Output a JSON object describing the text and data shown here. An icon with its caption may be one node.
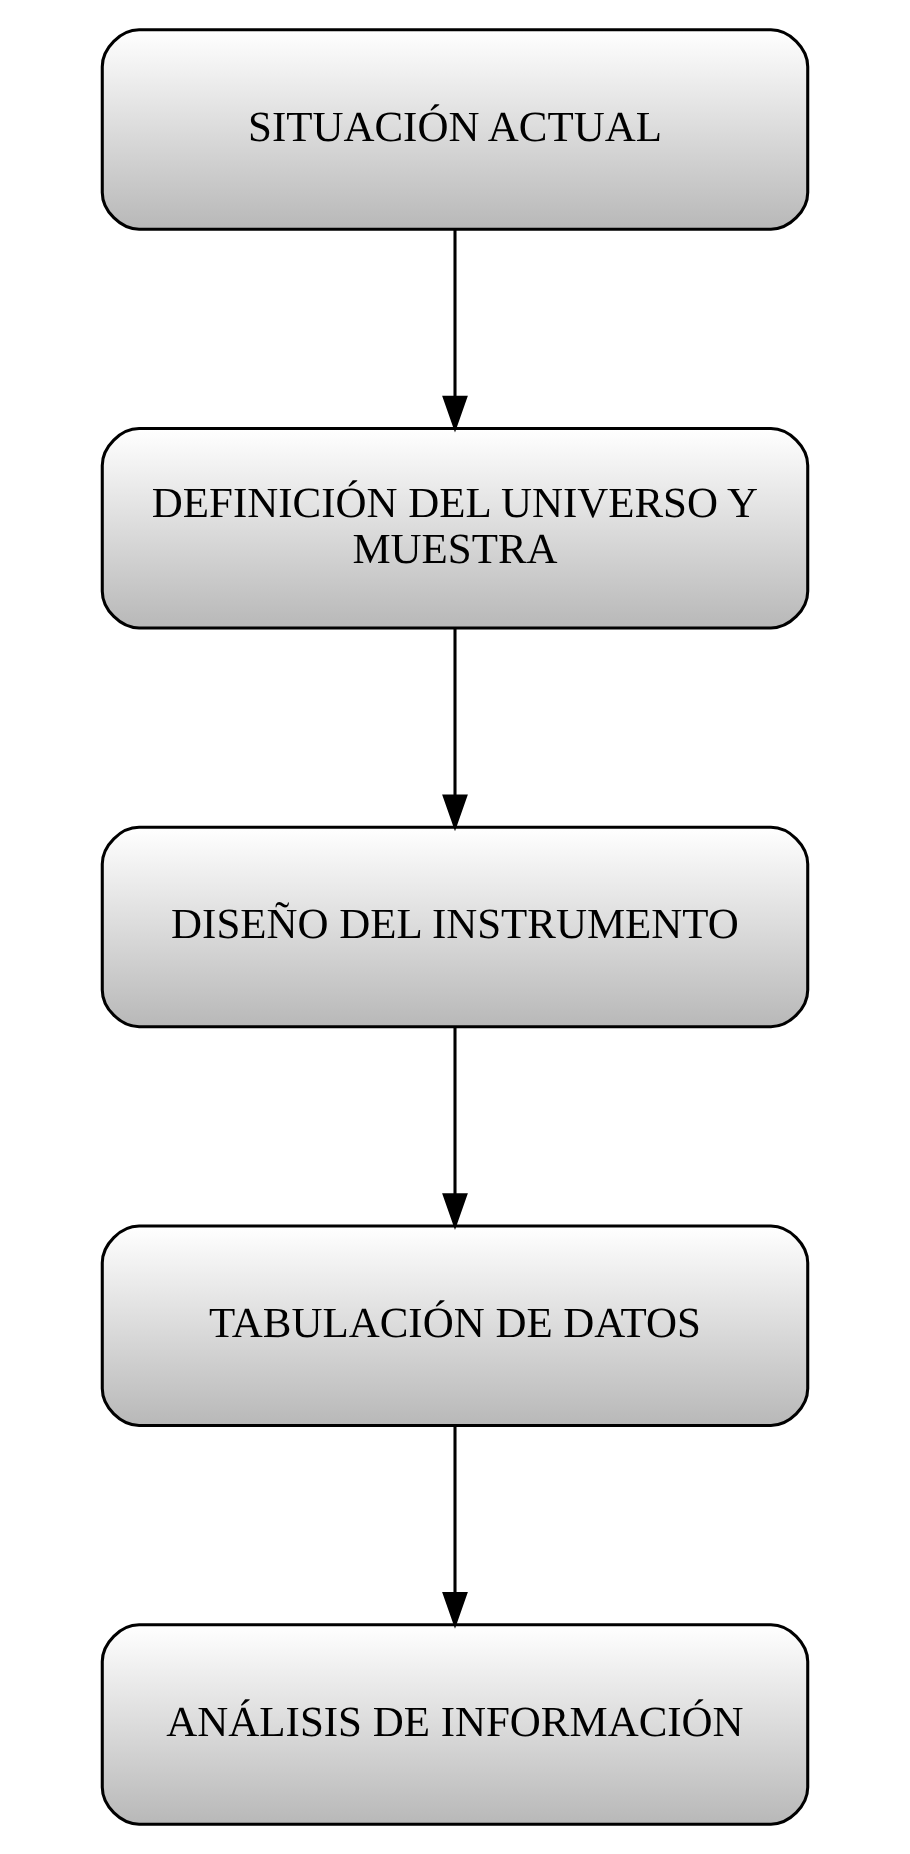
{
  "diagram": {
    "nodes": [
      {
        "text": [
          "SITUACIÓN ACTUAL"
        ]
      },
      {
        "text": [
          "DEFINICIÓN DEL UNIVERSO Y MUESTRA"
        ]
      },
      {
        "text": [
          "DISEÑO DEL INSTRUMENTO"
        ]
      },
      {
        "text": [
          "TABULACIÓN DE DATOS"
        ]
      },
      {
        "text": [
          "ANÁLISIS DE INFORMACIÓN"
        ]
      }
    ],
    "edges": [
      {
        "from": 0,
        "to": 1,
        "arrow": "to"
      },
      {
        "from": 1,
        "to": 2,
        "arrow": "to"
      },
      {
        "from": 2,
        "to": 3,
        "arrow": "to"
      },
      {
        "from": 3,
        "to": 4,
        "arrow": "to"
      }
    ]
  }
}
